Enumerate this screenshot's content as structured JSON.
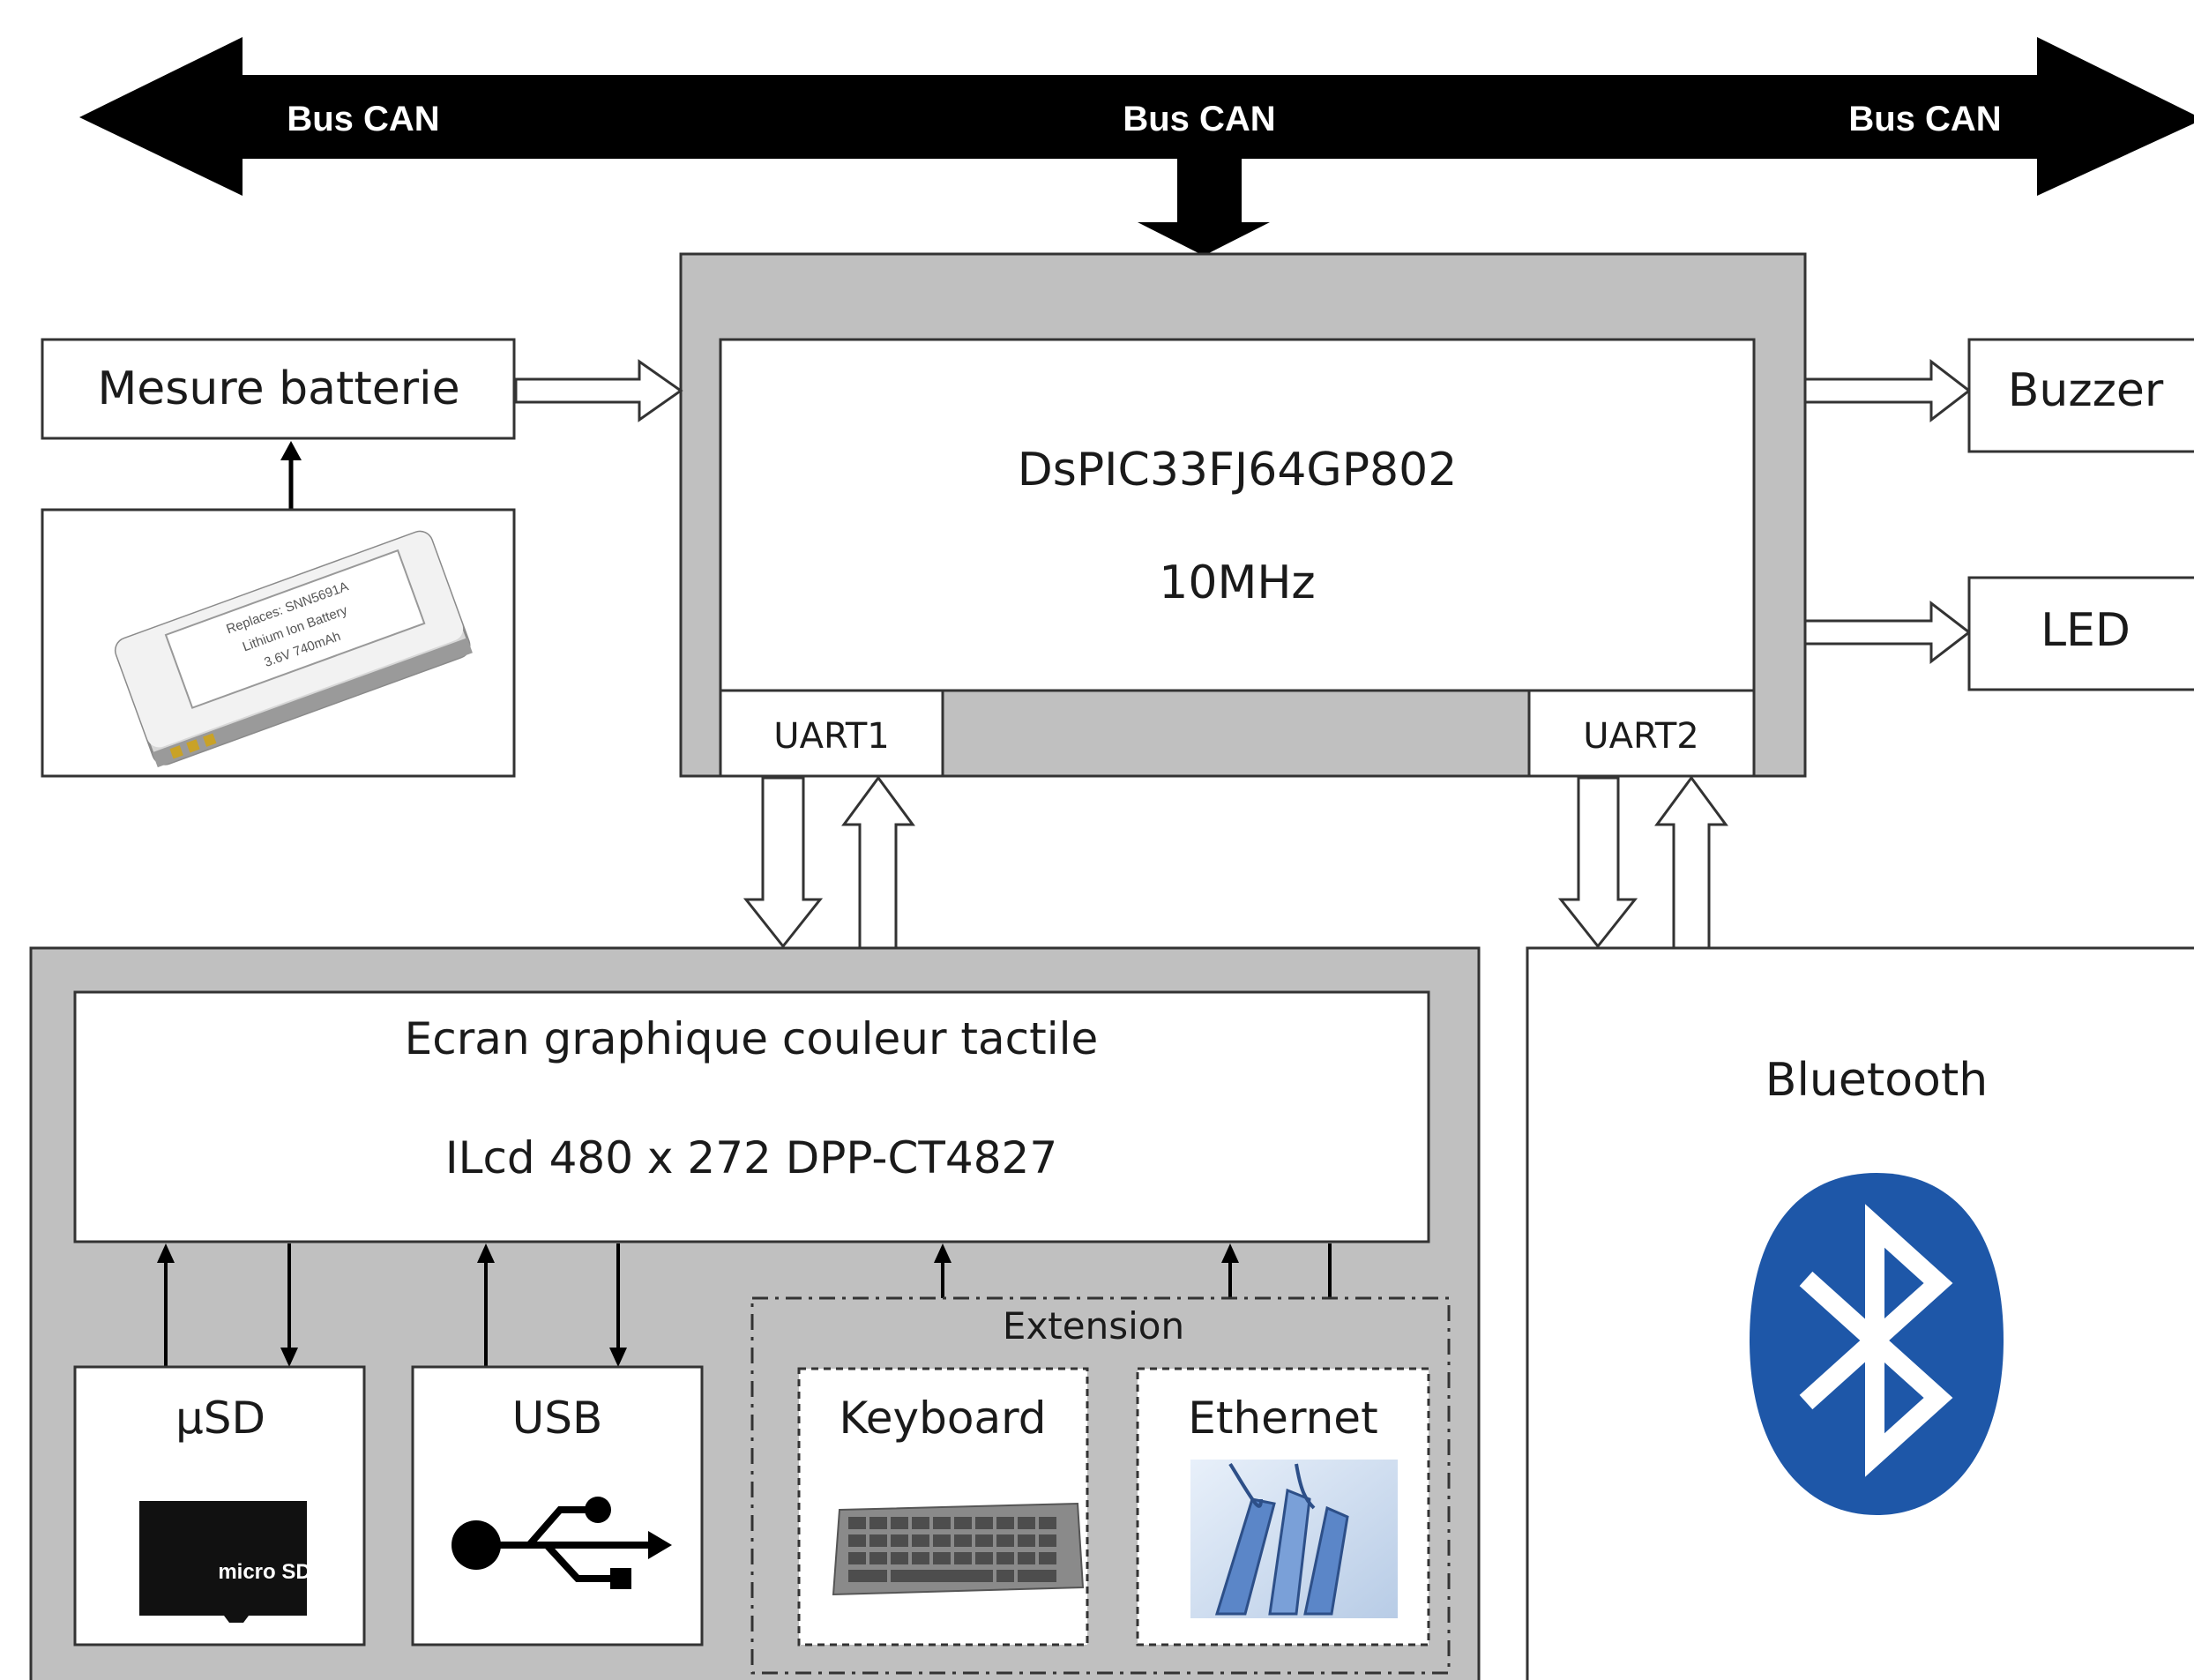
{
  "bus": {
    "label_left": "Bus CAN",
    "label_center": "Bus CAN",
    "label_right": "Bus CAN"
  },
  "mcu": {
    "name": "DsPIC33FJ64GP802",
    "clock": "10MHz",
    "uart1": "UART1",
    "uart2": "UART2"
  },
  "battery": {
    "label": "Mesure batterie",
    "photo_text": [
      "Replaces: SNN5691A",
      "Lithium Ion Battery",
      "3.6V 740mAh"
    ]
  },
  "outputs": {
    "buzzer": "Buzzer",
    "led": "LED"
  },
  "display": {
    "title": "Ecran graphique couleur tactile",
    "model": "ILcd 480 x 272 DPP-CT4827"
  },
  "peripherals": {
    "usd": "µSD",
    "usd_logo_text": "micro SD",
    "usb": "USB",
    "extension": "Extension",
    "keyboard": "Keyboard",
    "ethernet": "Ethernet"
  },
  "bluetooth": {
    "label": "Bluetooth"
  },
  "colors": {
    "gray_fill": "#c0c0c0",
    "border": "#333333",
    "bus": "#000000",
    "bluetooth": "#1e57a8"
  }
}
